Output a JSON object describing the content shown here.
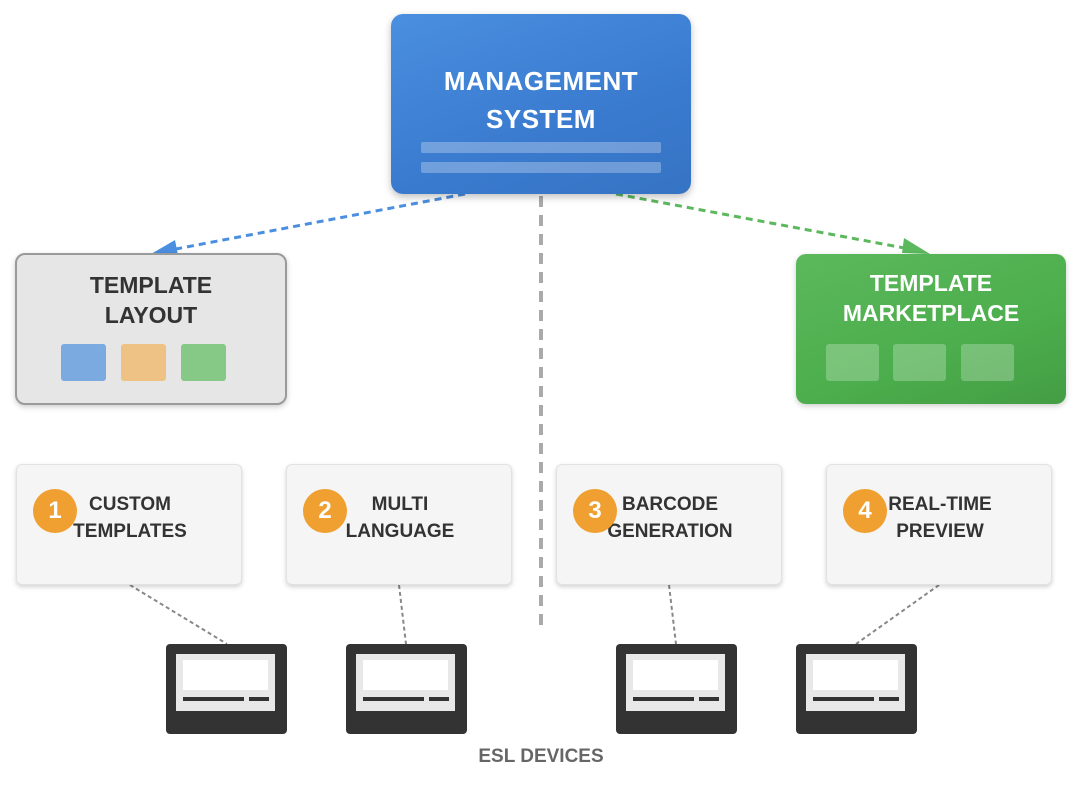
{
  "management": {
    "title": "MANAGEMENT\nSYSTEM",
    "color": "#4a8fe0"
  },
  "template_layout": {
    "title": "TEMPLATE\nLAYOUT",
    "swatch_colors": [
      "#7aaae0",
      "#eec184",
      "#86c986"
    ]
  },
  "template_marketplace": {
    "title": "TEMPLATE\nMARKETPLACE",
    "color": "#5cb85c"
  },
  "features": [
    {
      "number": "1",
      "label": "CUSTOM\nTEMPLATES"
    },
    {
      "number": "2",
      "label": "MULTI\nLANGUAGE"
    },
    {
      "number": "3",
      "label": "BARCODE\nGENERATION"
    },
    {
      "number": "4",
      "label": "REAL-TIME\nPREVIEW"
    }
  ],
  "devices_label": "ESL DEVICES",
  "colors": {
    "blue_arrow": "#4a8fe0",
    "green_arrow": "#5cb85c",
    "badge": "#f0a030",
    "device": "#333333"
  }
}
